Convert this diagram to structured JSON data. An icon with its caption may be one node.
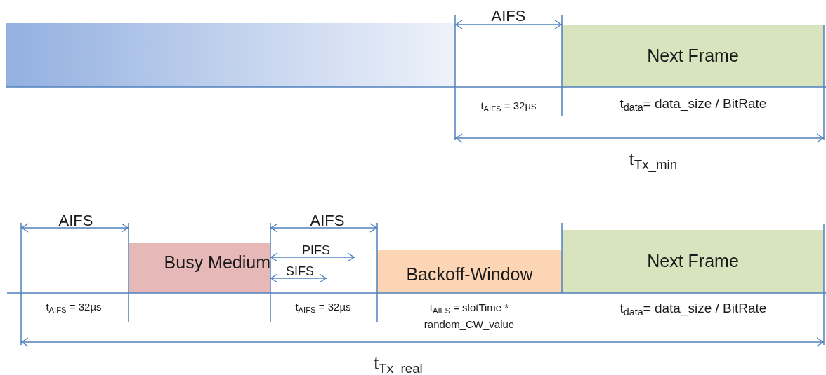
{
  "diagram": {
    "nodes": [
      {
        "text": [],
        "shape": "bar"
      },
      {
        "text": [
          "Next Frame"
        ]
      },
      {
        "text": [
          "Busy Medium"
        ]
      },
      {
        "text": [
          "Backoff-Window"
        ]
      },
      {
        "text": [
          "Next Frame"
        ]
      }
    ],
    "labels": [
      "AIFS",
      "t$_{AIFS}$ = 32µs",
      "t$_{data}$= data_size / BitRate",
      "t$_{Tx_min}$",
      "AIFS",
      "AIFS",
      "PIFS",
      "SIFS",
      "t$_{AIFS}$ = 32µs",
      "t$_{AIFS}$ = 32µs",
      "t$_{AIFS}$ = slotTime * random_CW_value",
      "t$_{data}$= data_size / BitRate",
      "t$_{Tx_real}$"
    ]
  }
}
